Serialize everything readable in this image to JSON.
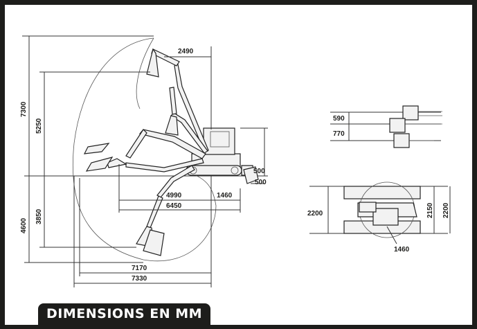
{
  "diagram": {
    "side_view": {
      "reach_top": "2490",
      "height_max": "7300",
      "height_dump": "5250",
      "depth_max": "4600",
      "depth_vertical": "3850",
      "blade_up": "500",
      "blade_down": "500",
      "reach_ground_inner": "4990",
      "offset_right": "1460",
      "reach_ground": "6450",
      "reach_depth": "7170",
      "reach_max": "7330"
    },
    "offset_view": {
      "upper": "590",
      "lower": "770"
    },
    "top_view": {
      "track_width": "2200",
      "turret_width": "2150",
      "overall_width": "2200",
      "tail_radius": "1460"
    }
  },
  "footer": {
    "label": "DIMENSIONS EN MM"
  }
}
